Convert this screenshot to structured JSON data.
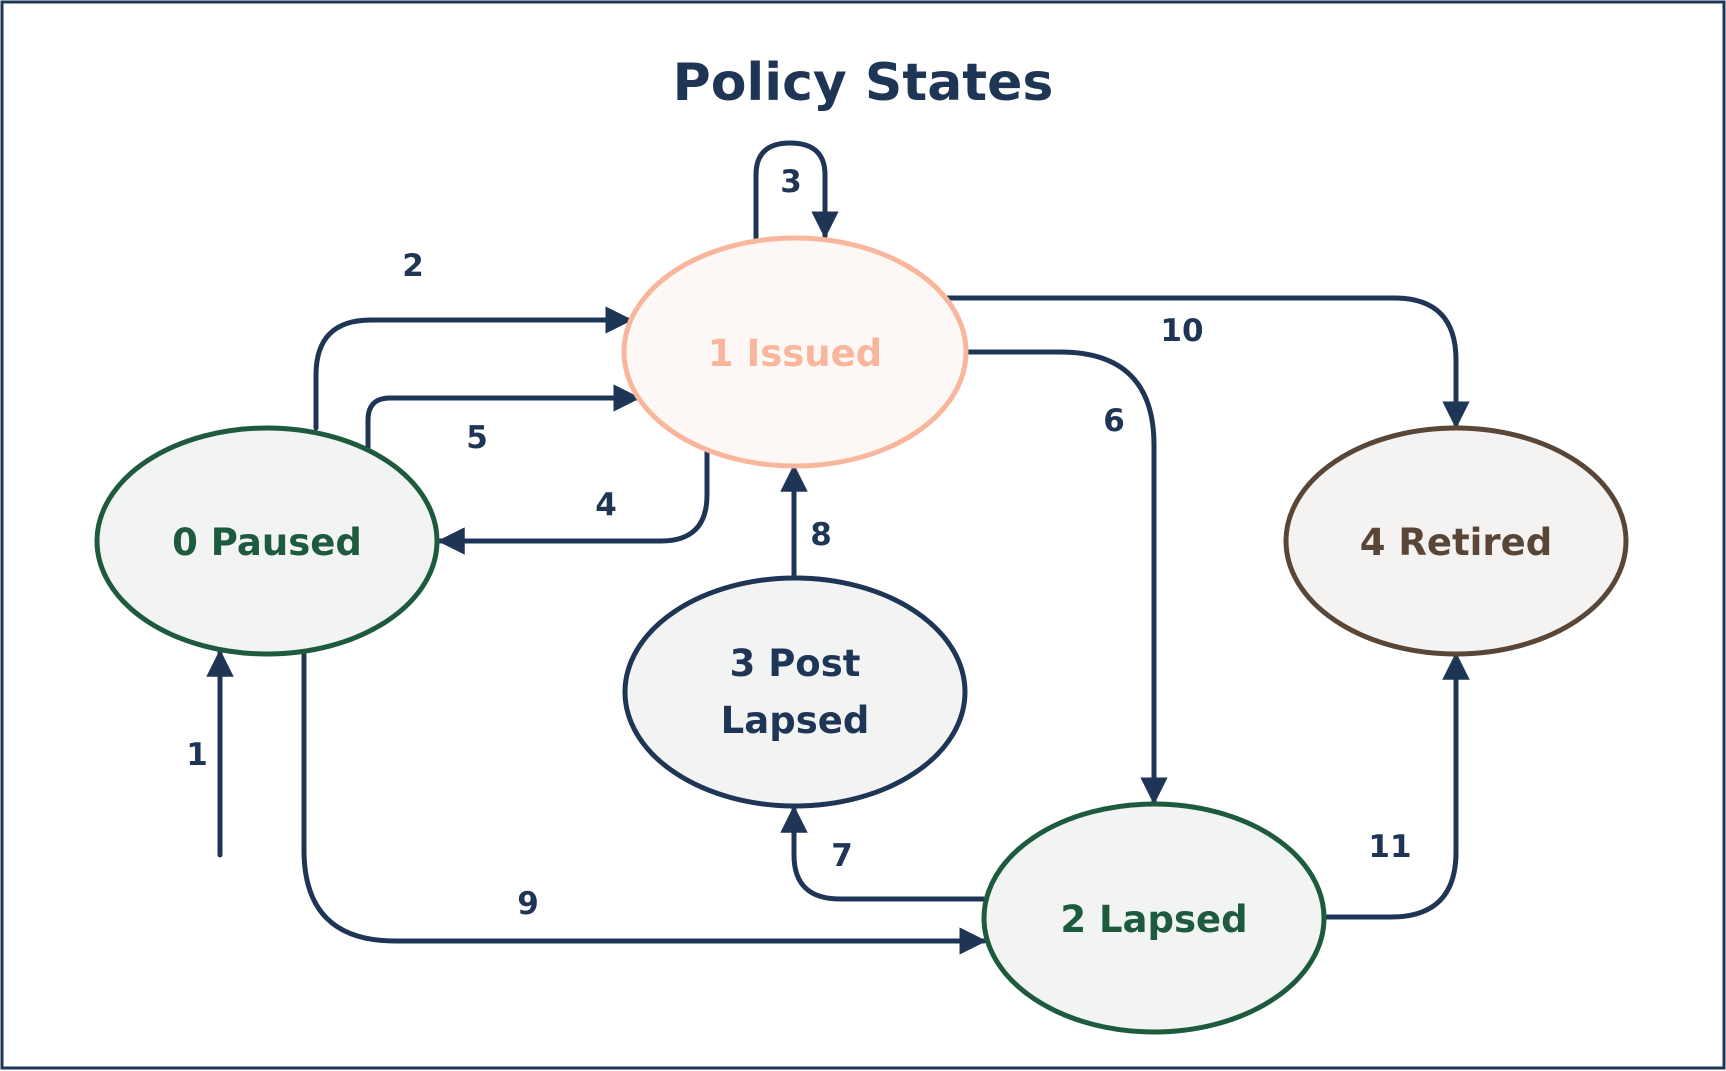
{
  "title": "Policy States",
  "colors": {
    "edge": "#1f3556",
    "frame": "#1f3556",
    "title": "#1f3556"
  },
  "states": [
    {
      "id": "paused",
      "label_lines": [
        "0  Paused"
      ],
      "stroke": "#1e5a3e",
      "fill": "#f2f3f3",
      "text": "#1e5a3e"
    },
    {
      "id": "issued",
      "label_lines": [
        "1  Issued"
      ],
      "stroke": "#f8b69c",
      "fill": "#fdf8f6",
      "text": "#f8b69c"
    },
    {
      "id": "lapsed",
      "label_lines": [
        "2  Lapsed"
      ],
      "stroke": "#1e5a3e",
      "fill": "#f2f3f3",
      "text": "#1e5a3e"
    },
    {
      "id": "post-lapsed",
      "label_lines": [
        "3  Post",
        "Lapsed"
      ],
      "stroke": "#1f3556",
      "fill": "#f2f3f3",
      "text": "#1f3556"
    },
    {
      "id": "retired",
      "label_lines": [
        "4  Retired"
      ],
      "stroke": "#5a4636",
      "fill": "#f5f3f2",
      "text": "#5a4636"
    }
  ],
  "transitions": [
    {
      "label": "1",
      "from": "start",
      "to": "paused"
    },
    {
      "label": "2",
      "from": "paused",
      "to": "issued"
    },
    {
      "label": "3",
      "from": "issued",
      "to": "issued"
    },
    {
      "label": "4",
      "from": "issued",
      "to": "paused"
    },
    {
      "label": "5",
      "from": "paused",
      "to": "issued"
    },
    {
      "label": "6",
      "from": "issued",
      "to": "lapsed"
    },
    {
      "label": "7",
      "from": "lapsed",
      "to": "post-lapsed"
    },
    {
      "label": "8",
      "from": "post-lapsed",
      "to": "issued"
    },
    {
      "label": "9",
      "from": "paused",
      "to": "lapsed"
    },
    {
      "label": "10",
      "from": "issued",
      "to": "retired"
    },
    {
      "label": "11",
      "from": "lapsed",
      "to": "retired"
    }
  ]
}
